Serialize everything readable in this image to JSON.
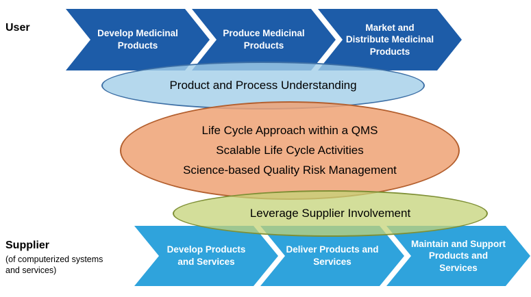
{
  "labels": {
    "user": "User",
    "supplier": "Supplier",
    "supplier_note": "(of computerized systems and services)"
  },
  "user_arrows": [
    {
      "label": "Develop Medicinal Products"
    },
    {
      "label": "Produce Medicinal Products"
    },
    {
      "label": "Market and Distribute Medicinal Products"
    }
  ],
  "supplier_arrows": [
    {
      "label": "Develop Products and Services"
    },
    {
      "label": "Deliver Products and Services"
    },
    {
      "label": "Maintain and Support Products and Services"
    }
  ],
  "ellipses": {
    "blue": {
      "label": "Product and Process Understanding"
    },
    "orange": {
      "lines": [
        "Life Cycle Approach within a QMS",
        "Scalable Life Cycle Activities",
        "Science-based Quality Risk Management"
      ]
    },
    "green": {
      "label": "Leverage Supplier Involvement"
    }
  },
  "colors": {
    "user_arrow": "#1d5ca8",
    "supplier_arrow": "#2fa3dc",
    "ellipse_blue_fill": "#a2cee8",
    "ellipse_blue_border": "#3d6fa5",
    "ellipse_orange_fill": "#eea274",
    "ellipse_orange_border": "#b35f2e",
    "ellipse_green_fill": "#c4d378",
    "ellipse_green_border": "#7e8f35",
    "arrow_text": "#ffffff",
    "body_text": "#000000"
  }
}
